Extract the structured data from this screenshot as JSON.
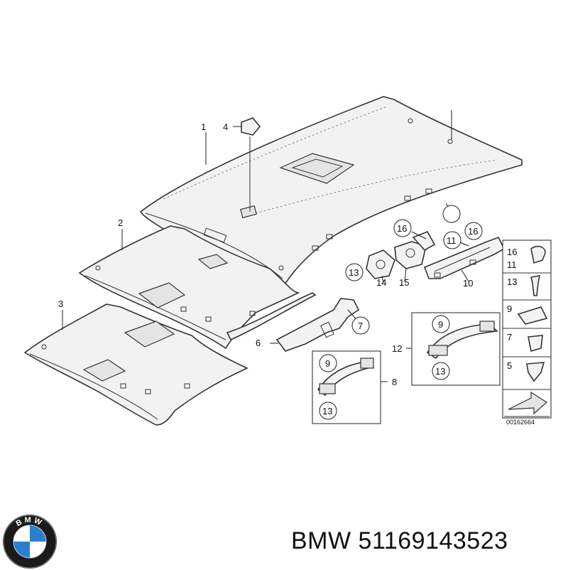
{
  "diagram": {
    "callouts": {
      "c1": "1",
      "c2": "2",
      "c3": "3",
      "c4": "4",
      "c5": "5",
      "c6": "6",
      "c7": "7",
      "c8": "8",
      "c10": "10",
      "c12": "12",
      "c13a": "13",
      "c14": "14",
      "c15": "15",
      "c16a": "16",
      "c11a": "11",
      "c16b": "16",
      "c9a": "9",
      "c13b": "13",
      "c9b": "9",
      "c13c": "13"
    },
    "legend_table": {
      "rows": [
        {
          "labels": [
            "16",
            "11"
          ]
        },
        {
          "labels": [
            "13"
          ]
        },
        {
          "labels": [
            "9"
          ]
        },
        {
          "labels": [
            "7"
          ]
        },
        {
          "labels": [
            "5"
          ]
        }
      ]
    },
    "drawing_number": "00162664"
  },
  "footer": {
    "brand": "BMW",
    "part_number": "51169143523",
    "logo_letters": "BMW"
  },
  "colors": {
    "line": "#333333",
    "fill": "#f2f2f2",
    "logo_blue": "#2a7fd0"
  }
}
